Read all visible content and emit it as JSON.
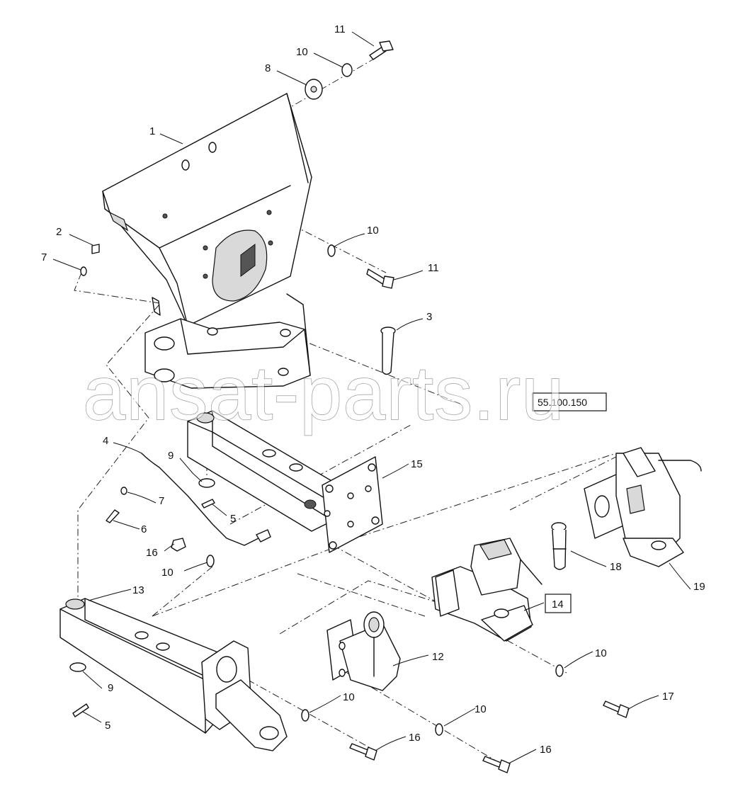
{
  "diagram": {
    "watermark": "ansat-parts.ru",
    "corner_mark": "",
    "callouts": [
      {
        "id": "c1",
        "label": "1"
      },
      {
        "id": "c2",
        "label": "2"
      },
      {
        "id": "c3",
        "label": "3"
      },
      {
        "id": "c4",
        "label": "4"
      },
      {
        "id": "c5a",
        "label": "5"
      },
      {
        "id": "c5b",
        "label": "5"
      },
      {
        "id": "c6",
        "label": "6"
      },
      {
        "id": "c7a",
        "label": "7"
      },
      {
        "id": "c7b",
        "label": "7"
      },
      {
        "id": "c8",
        "label": "8"
      },
      {
        "id": "c9a",
        "label": "9"
      },
      {
        "id": "c9b",
        "label": "9"
      },
      {
        "id": "c10a",
        "label": "10"
      },
      {
        "id": "c10b",
        "label": "10"
      },
      {
        "id": "c10c",
        "label": "10"
      },
      {
        "id": "c10d",
        "label": "10"
      },
      {
        "id": "c10e",
        "label": "10"
      },
      {
        "id": "c10f",
        "label": "10"
      },
      {
        "id": "c11a",
        "label": "11"
      },
      {
        "id": "c11b",
        "label": "11"
      },
      {
        "id": "c12",
        "label": "12"
      },
      {
        "id": "c13",
        "label": "13"
      },
      {
        "id": "c15",
        "label": "15"
      },
      {
        "id": "c16a",
        "label": "16"
      },
      {
        "id": "c16b",
        "label": "16"
      },
      {
        "id": "c16c",
        "label": "16"
      },
      {
        "id": "c17",
        "label": "17"
      },
      {
        "id": "c18",
        "label": "18"
      },
      {
        "id": "c19",
        "label": "19"
      }
    ],
    "boxed_callouts": [
      {
        "id": "b14",
        "label": "14"
      },
      {
        "id": "bref",
        "label": "55.100.150"
      }
    ]
  }
}
